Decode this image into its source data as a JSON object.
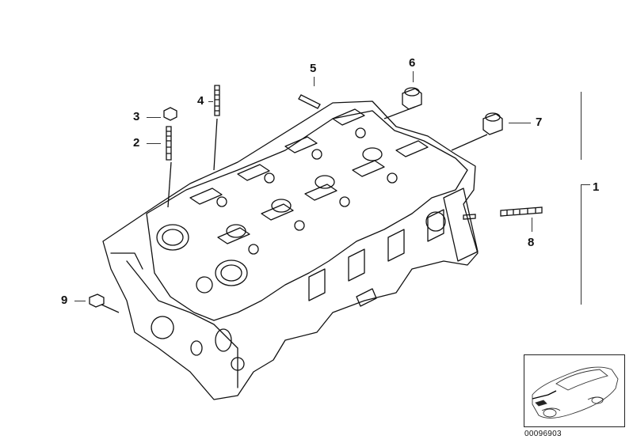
{
  "callouts": {
    "c1": "1",
    "c2": "2",
    "c3": "3",
    "c4": "4",
    "c5": "5",
    "c6": "6",
    "c7": "7",
    "c8": "8",
    "c9": "9"
  },
  "document_number": "00096903",
  "icons": {
    "thumbnail": "car-silhouette-icon",
    "main": "cylinder-head-illustration"
  }
}
